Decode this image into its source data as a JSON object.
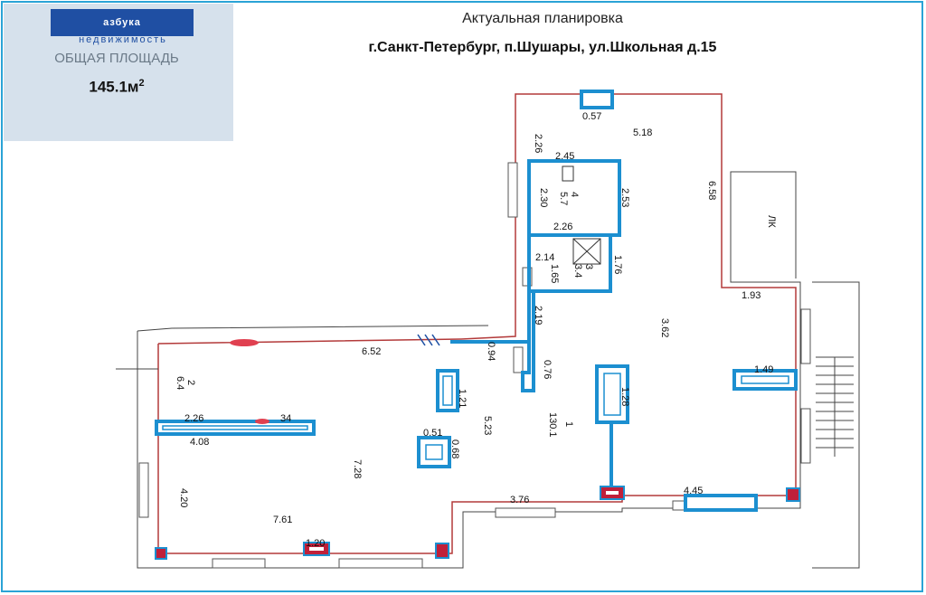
{
  "header": {
    "logo_text": "азбука",
    "logo_sub": "недвижимость",
    "area_label": "ОБЩАЯ ПЛОЩАДЬ",
    "area_value": "145.1м",
    "area_unit_sup": "2",
    "title": "Актуальная планировка",
    "address": "г.Санкт-Петербург, п.Шушары, ул.Школьная д.15"
  },
  "plan": {
    "colors": {
      "outline": "#b33a3a",
      "partition": "#1c8fd0",
      "wall": "#222222",
      "marker": "#c0203a"
    },
    "labels": {
      "d0_57": "0.57",
      "d5_18": "5.18",
      "d2_26_top": "2.26",
      "d2_45": "2.45",
      "d6_58": "6.58",
      "d2_53": "2.53",
      "d2_30": "2.30",
      "d2_26_mid": "2.26",
      "room4": "4",
      "room4_area": "5.7",
      "d2_14": "2.14",
      "d1_65": "1.65",
      "room3": "3",
      "room3_area": "3.4",
      "d1_76": "1.76",
      "d1_93": "1.93",
      "d3_62": "3.62",
      "d2_19": "2.19",
      "d0_94": "0.94",
      "d0_76": "0.76",
      "d6_52": "6.52",
      "room2": "2",
      "room2_area": "6.4",
      "d2_26_left": "2.26",
      "d4_08": "4.08",
      "d1_21": "1.21",
      "d1_28": "1.28",
      "d1_49": "1.49",
      "room1": "1",
      "room1_area": "130.1",
      "d5_23": "5.23",
      "d0_51": "0.51",
      "d0_68": "0.68",
      "d7_28": "7.28",
      "d4_20": "4.20",
      "d7_61": "7.61",
      "d3_76": "3.76",
      "d4_45": "4.45",
      "d1_20": "1.20",
      "lk": "ЛК",
      "d34": "34"
    }
  }
}
